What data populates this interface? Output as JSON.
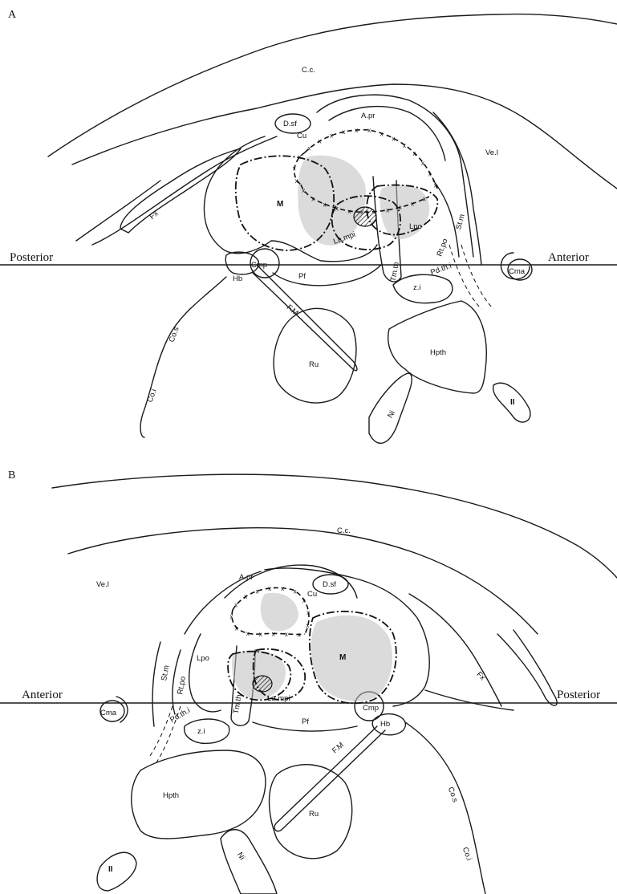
{
  "panels": [
    {
      "letter": "A",
      "left_direction": "Posterior",
      "right_direction": "Anterior",
      "labels": {
        "cc": "C.c.",
        "dsf": "D.sf",
        "apr": "A.pr",
        "cu": "Cu",
        "vel": "Ve.l",
        "fx": "Fx",
        "m": "M",
        "lpo": "Lpo",
        "stm": "St.m",
        "rtpo": "Rt.po",
        "lampi": "La.mpi",
        "cmp": "Cmp",
        "hb": "Hb",
        "pf": "Pf",
        "tmth": "Tm.th",
        "pdthi": "Pd.th.i",
        "cma": "Cma",
        "zi": "z.i",
        "fm": "F.M",
        "cos": "Co.s",
        "ru": "Ru",
        "hpth": "Hpth",
        "coi": "Co.i",
        "ni": "Ni",
        "ii": "II"
      }
    },
    {
      "letter": "B",
      "left_direction": "Anterior",
      "right_direction": "Posterior",
      "labels": {
        "cc": "C.c.",
        "vel": "Ve.l",
        "dsf": "D.sf",
        "apr": "A.pr",
        "cu": "Cu",
        "m": "M",
        "fx": "Fx",
        "stm": "St.m",
        "rtpo": "Rt.po",
        "lpo": "Lpo",
        "lampi": "La.mpi",
        "cma": "Cma",
        "pdthi": "Pd.th.i",
        "tmth": "Tm.th",
        "cmp": "Cmp",
        "hb": "Hb",
        "pf": "Pf",
        "zi": "z.i",
        "fm": "F.M",
        "cos": "Co.s",
        "hpth": "Hpth",
        "ru": "Ru",
        "ni": "Ni",
        "coi": "Co.i",
        "ii": "II"
      }
    }
  ]
}
